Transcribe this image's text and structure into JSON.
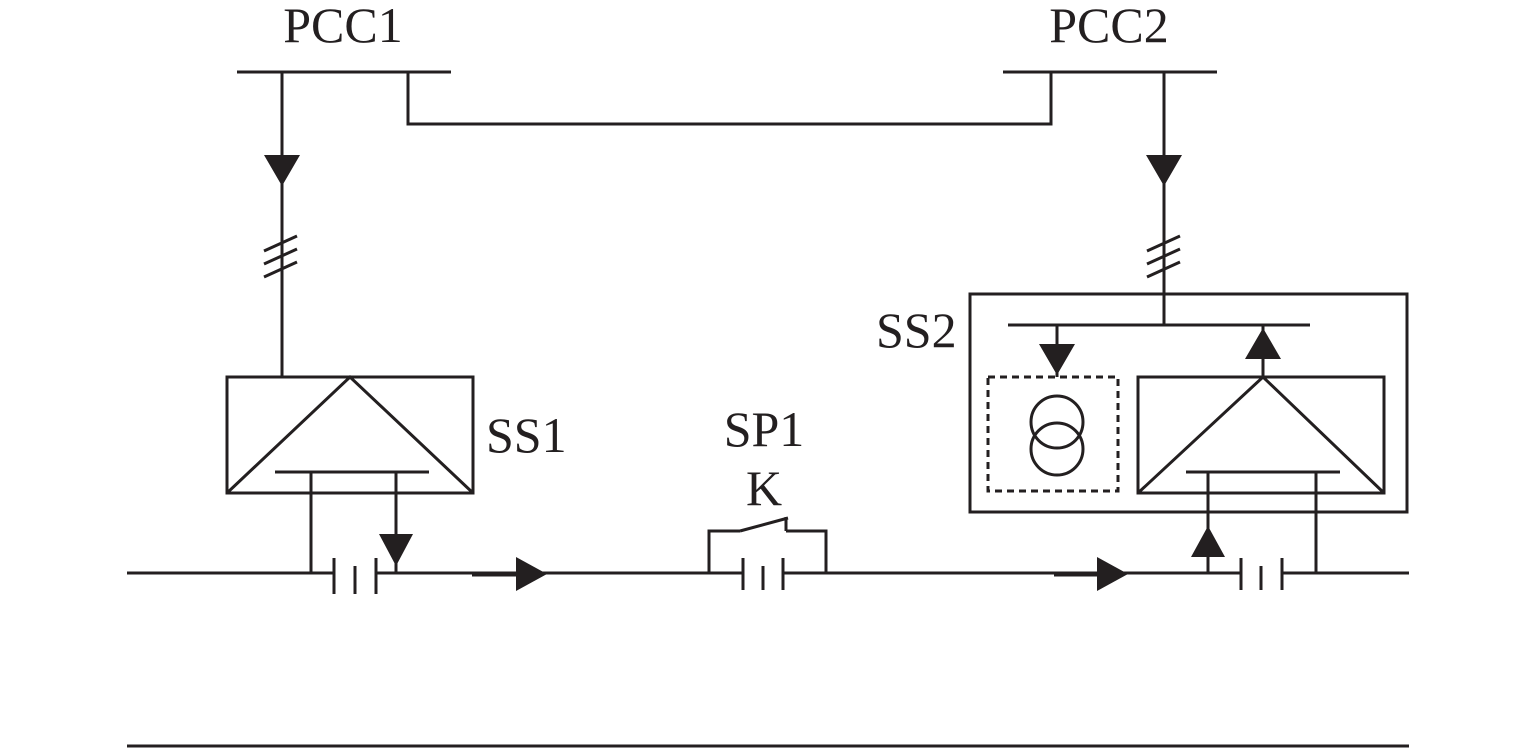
{
  "diagram": {
    "labels": {
      "pcc1": "PCC1",
      "pcc2": "PCC2",
      "ss1": "SS1",
      "ss2": "SS2",
      "sp1": "SP1",
      "k": "K"
    },
    "colors": {
      "line": "#231f20",
      "background": "#ffffff"
    }
  }
}
